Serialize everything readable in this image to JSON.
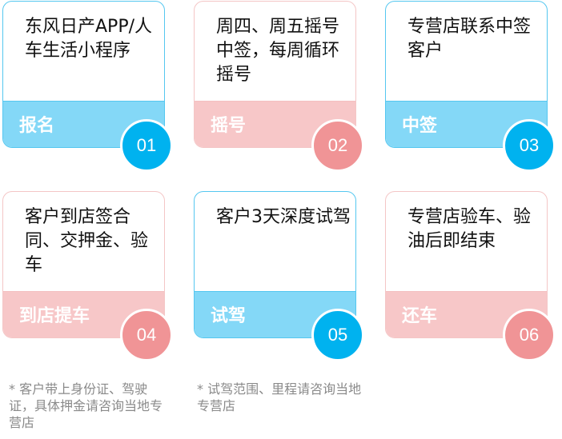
{
  "steps": [
    {
      "number": "01",
      "title": "报名",
      "description": "东风日产APP/人车生活小程序",
      "theme": "blue"
    },
    {
      "number": "02",
      "title": "摇号",
      "description": "周四、周五摇号中签，每周循环摇号",
      "theme": "pink"
    },
    {
      "number": "03",
      "title": "中签",
      "description": "专营店联系中签客户",
      "theme": "blue"
    },
    {
      "number": "04",
      "title": "到店提车",
      "description": "客户到店签合同、交押金、验车",
      "theme": "pink"
    },
    {
      "number": "05",
      "title": "试驾",
      "description": "客户3天深度试驾",
      "theme": "blue"
    },
    {
      "number": "06",
      "title": "还车",
      "description": "专营店验车、验油后即结束",
      "theme": "pink"
    }
  ],
  "notes": [
    "* 客户带上身份证、驾驶证，具体押金请咨询当地专营店",
    "* 试驾范围、里程请咨询当地专营店"
  ],
  "colors": {
    "blue_band": "#84d8f7",
    "blue_badge": "#00b2ef",
    "pink_band": "#f7c7c8",
    "pink_badge": "#f09496"
  }
}
